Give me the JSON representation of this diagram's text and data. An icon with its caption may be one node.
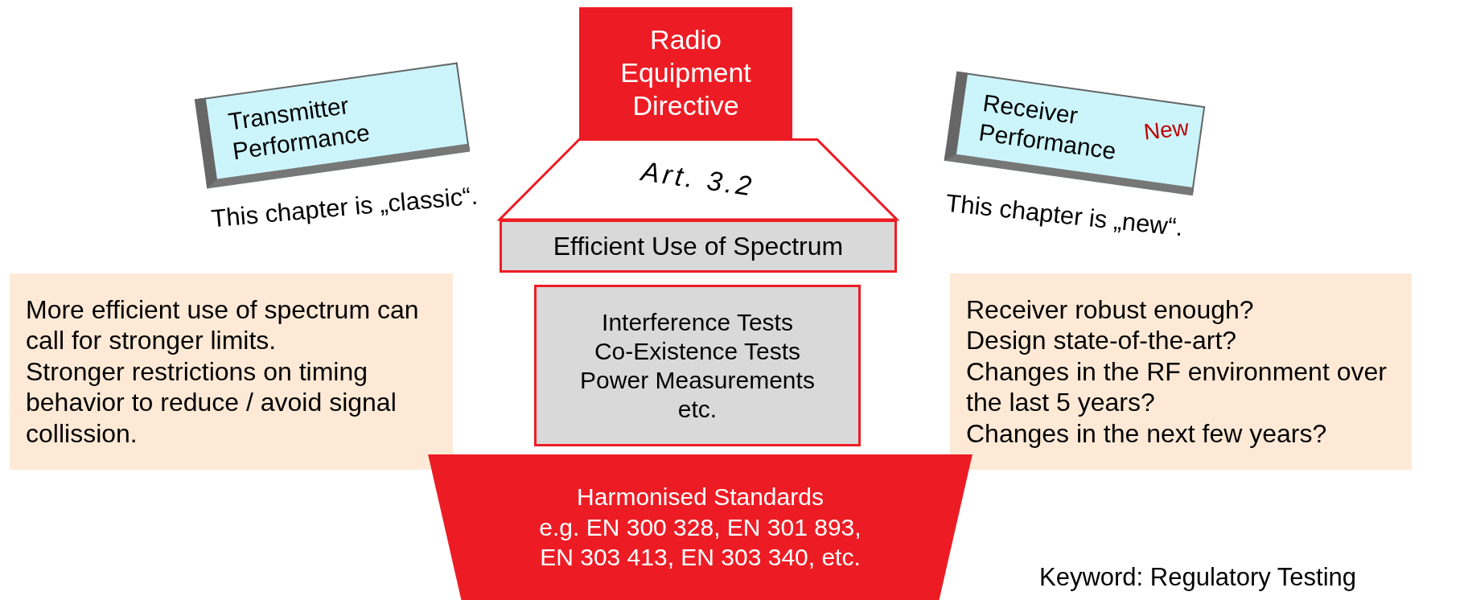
{
  "diagram": {
    "nodes": [
      {
        "text": [
          "Transmitter Performance"
        ]
      },
      {
        "text": [
          "Radio Equipment Directive"
        ]
      },
      {
        "text": [
          "Receiver Performance",
          "New"
        ]
      },
      {
        "text": [
          "Art. 3.2"
        ]
      },
      {
        "text": [
          "Efficient Use of Spectrum"
        ]
      },
      {
        "text": [
          "More efficient use of spectrum can call for stronger limits.",
          "Stronger restrictions on timing behavior to reduce / avoid signal collission."
        ]
      },
      {
        "text": [
          "Interference Tests",
          "Co-Existence Tests",
          "Power Measurements",
          "etc."
        ]
      },
      {
        "text": [
          "Receiver robust enough?",
          "Design state-of-the-art?",
          "Changes in the RF environment over the last 5 years?",
          "Changes in the next few years?"
        ]
      },
      {
        "text": [
          "Harmonised Standards",
          "e.g. EN 300 328, EN 301 893, EN 303 413, EN 303 340, etc."
        ]
      }
    ],
    "edges": [],
    "labels": [
      "This chapter is „classic“.",
      "This chapter is „new“.",
      "Keyword: Regulatory Testing"
    ]
  }
}
